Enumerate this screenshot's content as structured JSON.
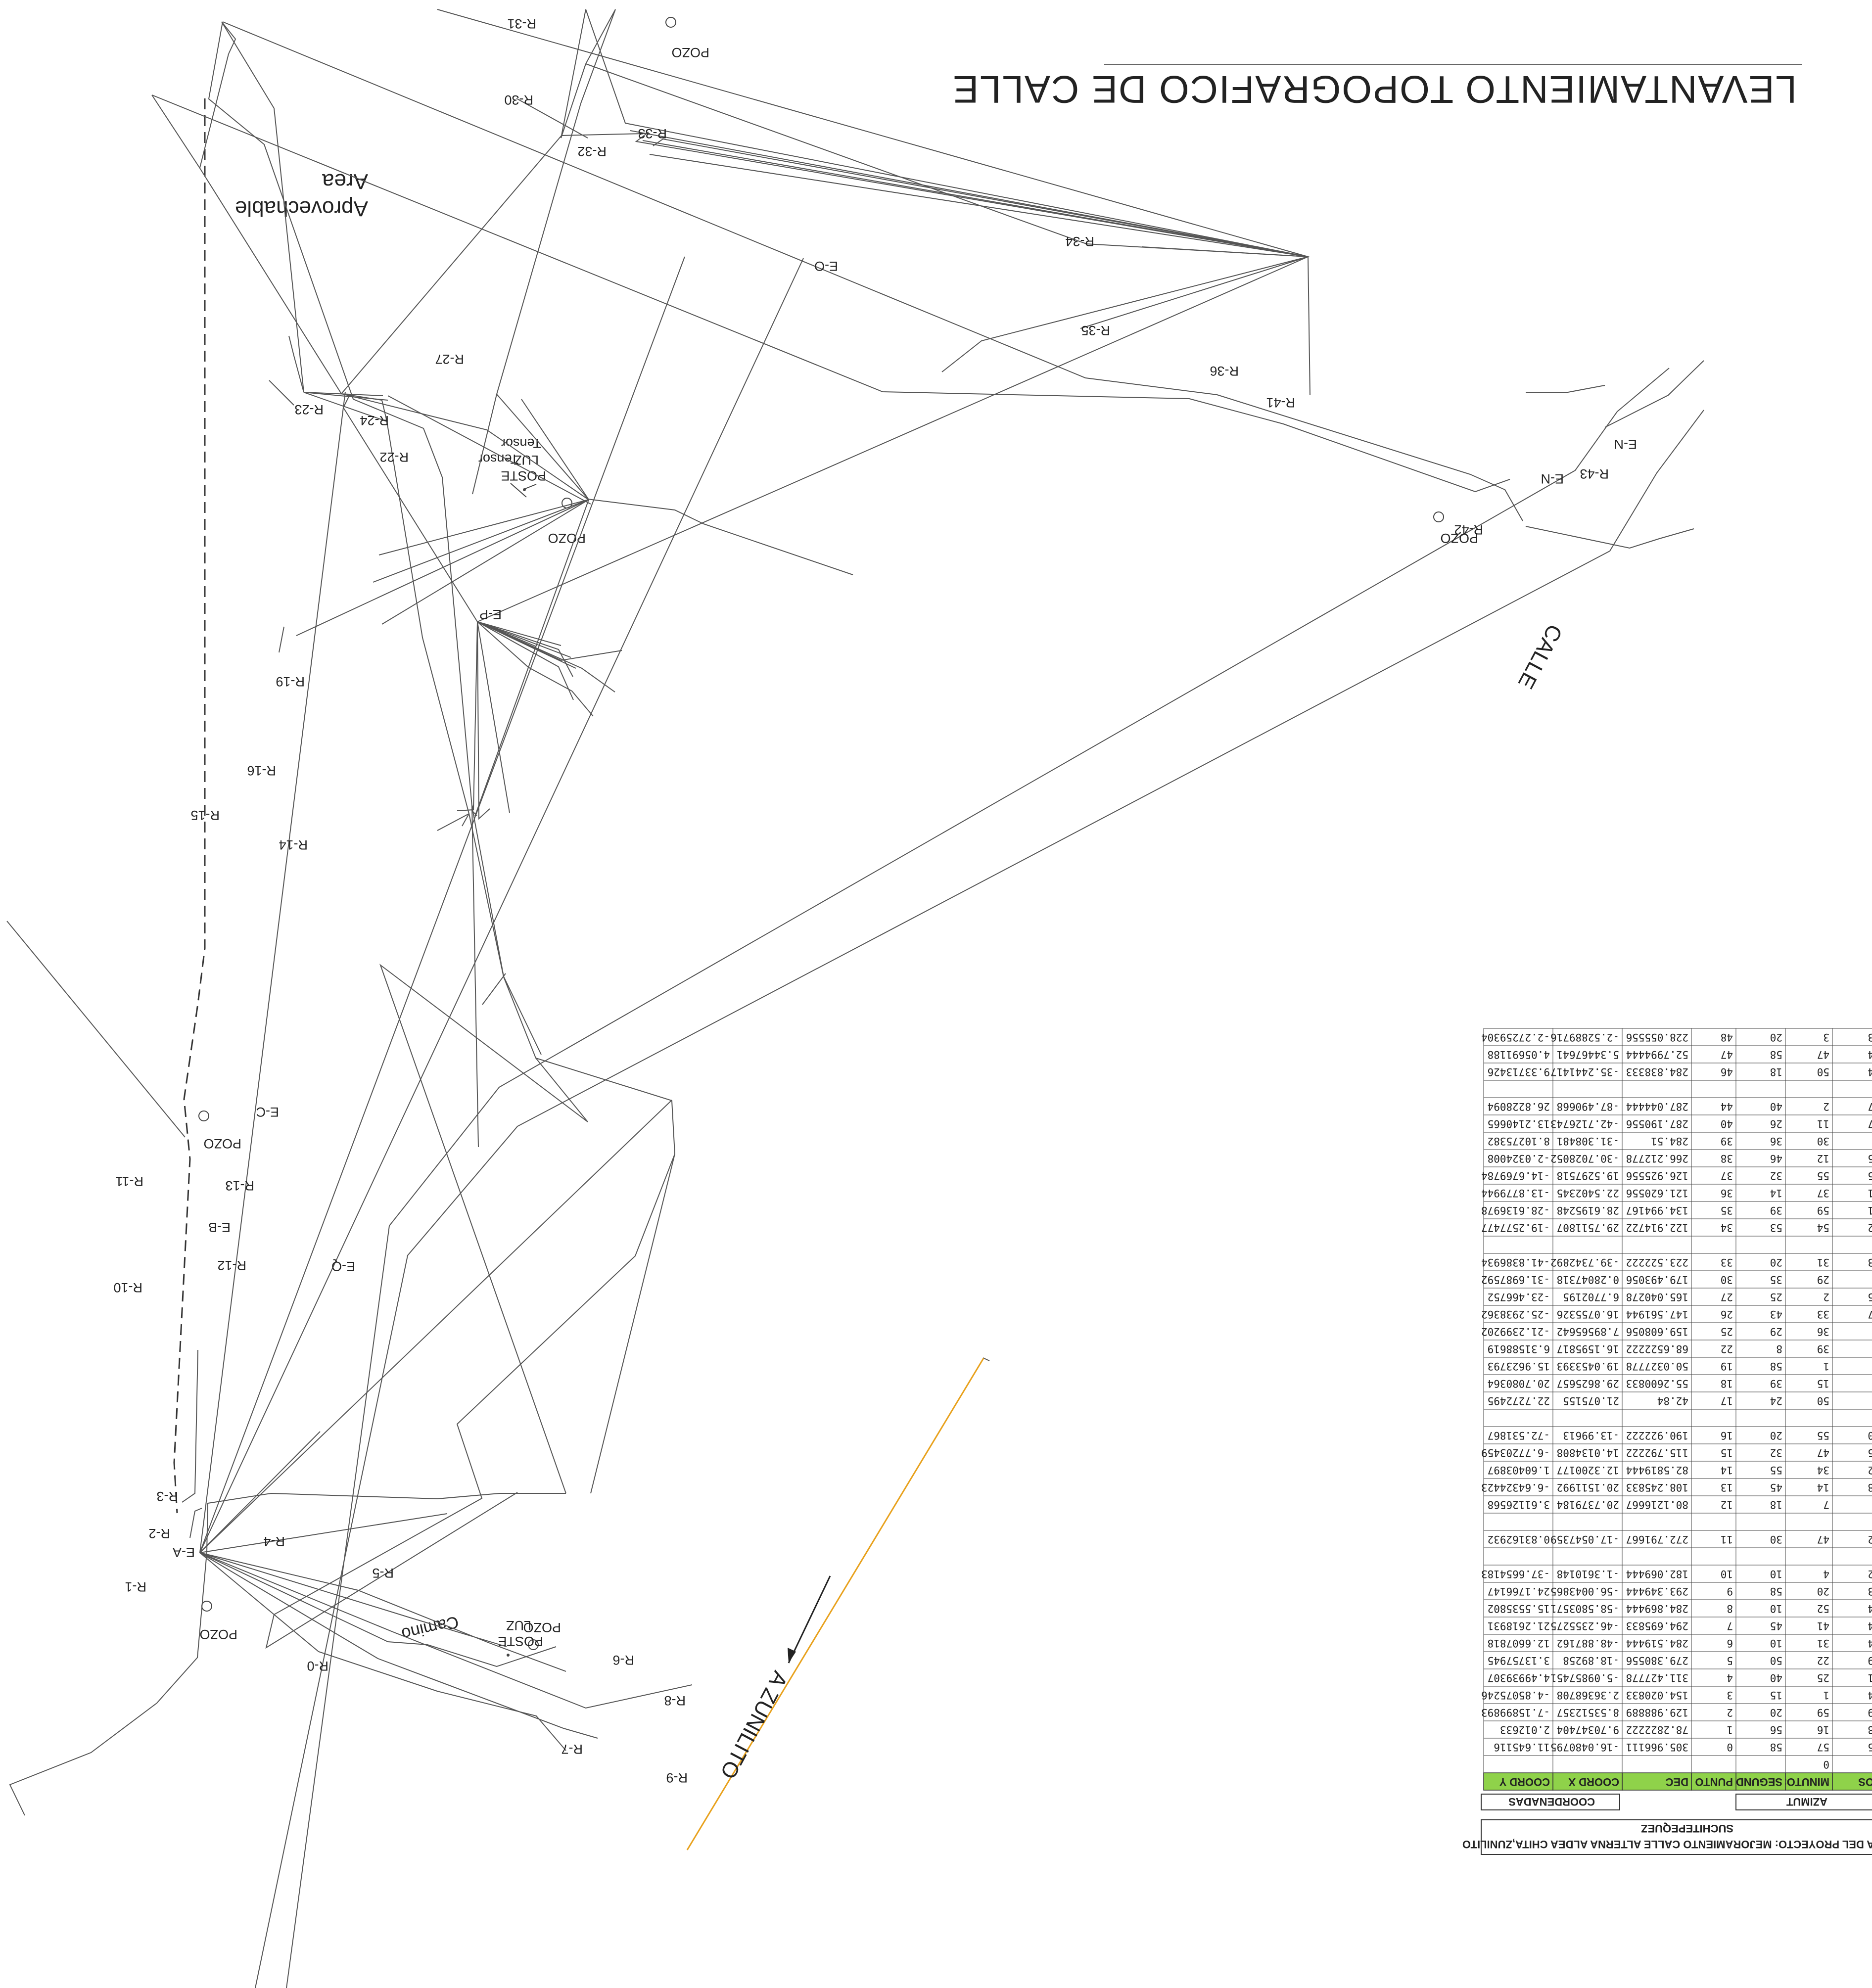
{
  "title": "LEVANTAMIENTO TOPOGRAFICO DE CALLE",
  "area_label_1": "Area",
  "area_label_2": "Aprovechable",
  "street_label": "CALLE",
  "road_to_label": "A ZUNILITO",
  "path_label": "Camino",
  "pole_label_1": "POSTE",
  "pole_label_2": "LUZ",
  "well_label": "POZO",
  "tensor_label": "Tensor",
  "stations": [
    "E-A",
    "E-B",
    "E-C",
    "E-Q",
    "E-P",
    "E-O",
    "E-N"
  ],
  "points": [
    "R-0",
    "R-1",
    "R-2",
    "R-3",
    "R-4",
    "R-5",
    "R-6",
    "R-7",
    "R-8",
    "R-9",
    "R-10",
    "R-11",
    "R-12",
    "R-13",
    "R-14",
    "R-15",
    "R-16",
    "R-19",
    "R-22",
    "R-23",
    "R-24",
    "R-27",
    "R-30",
    "R-31",
    "R-32",
    "R-33",
    "R-34",
    "R-35",
    "R-36",
    "R-41",
    "R-42",
    "R-43"
  ],
  "table": {
    "project_line": "A DEL PROYECTO: MEJORAMIENTO CALLE ALTERNA ALDEA CHITA,ZUNILITO",
    "location_line": "SUCHITEPEQUEZ",
    "group_azimut": "AZIMUT",
    "group_coords": "COORDENADAS",
    "headers": [
      "OS",
      "MINUTOS",
      "SEGUNDOS",
      "PUNTO",
      "DEC",
      "COORD X",
      "COORD Y"
    ],
    "rows": [
      [
        "",
        "0",
        "",
        "",
        "",
        "",
        ""
      ],
      [
        "5",
        "57",
        "58",
        "0",
        "305.966111",
        "-16.0480795",
        "11.645116"
      ],
      [
        "8",
        "16",
        "56",
        "1",
        "78.2822222",
        "9.70347404",
        "2.012633"
      ],
      [
        "9",
        "59",
        "20",
        "2",
        "129.988889",
        "8.53512357",
        "-7.15899893"
      ],
      [
        "4",
        "1",
        "15",
        "3",
        "154.020833",
        "2.36368708",
        "-4.85075246"
      ],
      [
        "1",
        "25",
        "40",
        "4",
        "311.427778",
        "-5.09857451",
        "4.49939307"
      ],
      [
        "9",
        "22",
        "50",
        "5",
        "279.380556",
        "-18.89258",
        "3.13757945"
      ],
      [
        "4",
        "31",
        "10",
        "6",
        "284.519444",
        "-48.887162",
        "12.6607818"
      ],
      [
        "4",
        "41",
        "45",
        "7",
        "294.695833",
        "-46.2355275",
        "21.2618931"
      ],
      [
        "4",
        "52",
        "10",
        "8",
        "284.869444",
        "-58.5803571",
        "15.5535802"
      ],
      [
        "3",
        "20",
        "58",
        "9",
        "293.349444",
        "-56.0043865",
        "24.1766147"
      ],
      [
        "2",
        "4",
        "10",
        "10",
        "182.069444",
        "-1.3610148",
        "-37.6654183"
      ],
      [
        "",
        "",
        "",
        "",
        "",
        "",
        ""
      ],
      [
        "2",
        "47",
        "30",
        "11",
        "272.791667",
        "-17.0547359",
        "0.83162932"
      ],
      [
        "",
        "",
        "",
        "",
        "",
        "",
        ""
      ],
      [
        "",
        "7",
        "18",
        "12",
        "80.1216667",
        "20.7379184",
        "3.61126568"
      ],
      [
        "8",
        "14",
        "45",
        "13",
        "108.245833",
        "20.1511992",
        "-6.64324423"
      ],
      [
        "2",
        "34",
        "55",
        "14",
        "82.5819444",
        "12.3200177",
        "1.60403897"
      ],
      [
        "5",
        "47",
        "32",
        "15",
        "115.792222",
        "14.0134808",
        "-6.77203459"
      ],
      [
        "0",
        "55",
        "20",
        "16",
        "190.922222",
        "-13.99613",
        "-72.531867"
      ],
      [
        "",
        "",
        "",
        "",
        "",
        "",
        ""
      ],
      [
        "",
        "50",
        "24",
        "17",
        "42.84",
        "21.075155",
        "22.7272495"
      ],
      [
        "",
        "15",
        "39",
        "18",
        "55.2600833",
        "29.8625657",
        "20.7080364"
      ],
      [
        "",
        "1",
        "58",
        "19",
        "50.0327778",
        "19.0453393",
        "15.9623793"
      ],
      [
        "",
        "39",
        "8",
        "22",
        "68.6522222",
        "16.1595817",
        "6.31588619"
      ],
      [
        "",
        "36",
        "29",
        "25",
        "159.608056",
        "7.89565642",
        "-21.2399202"
      ],
      [
        "7",
        "33",
        "43",
        "26",
        "147.561944",
        "16.0755326",
        "-25.2938362"
      ],
      [
        "5",
        "2",
        "25",
        "27",
        "165.040278",
        "6.7702195",
        "-23.466752"
      ],
      [
        "",
        "29",
        "35",
        "30",
        "179.493056",
        "0.28047318",
        "-31.6987592"
      ],
      [
        "3",
        "31",
        "20",
        "33",
        "223.522222",
        "-39.7342892",
        "-41.8386934"
      ],
      [
        "",
        "",
        "",
        "",
        "",
        "",
        ""
      ],
      [
        "2",
        "54",
        "53",
        "34",
        "122.914722",
        "29.7511807",
        "-19.2577477"
      ],
      [
        "1",
        "59",
        "39",
        "35",
        "134.994167",
        "28.6195248",
        "-28.6136978"
      ],
      [
        "1",
        "37",
        "14",
        "36",
        "121.620556",
        "22.5402345",
        "-13.8779944"
      ],
      [
        "5",
        "55",
        "32",
        "37",
        "126.925556",
        "19.5297518",
        "-14.6769784"
      ],
      [
        "5",
        "12",
        "46",
        "38",
        "266.212778",
        "-30.7028052",
        "-2.0324008"
      ],
      [
        "",
        "30",
        "36",
        "39",
        "284.51",
        "-31.308481",
        "8.10275382"
      ],
      [
        "7",
        "11",
        "26",
        "40",
        "287.190556",
        "-42.7126743",
        "13.2140665"
      ],
      [
        "7",
        "2",
        "40",
        "44",
        "287.044444",
        "-87.490668",
        "26.8228094"
      ],
      [
        "",
        "",
        "",
        "",
        "",
        "",
        ""
      ],
      [
        "4",
        "50",
        "18",
        "46",
        "284.838333",
        "-35.2441417",
        "9.33713426"
      ],
      [
        "4",
        "47",
        "58",
        "47",
        "52.7994444",
        "5.34467641",
        "4.05691188"
      ],
      [
        "3",
        "3",
        "20",
        "48",
        "228.055556",
        "-2.52889716",
        "-2.27259304"
      ]
    ]
  }
}
